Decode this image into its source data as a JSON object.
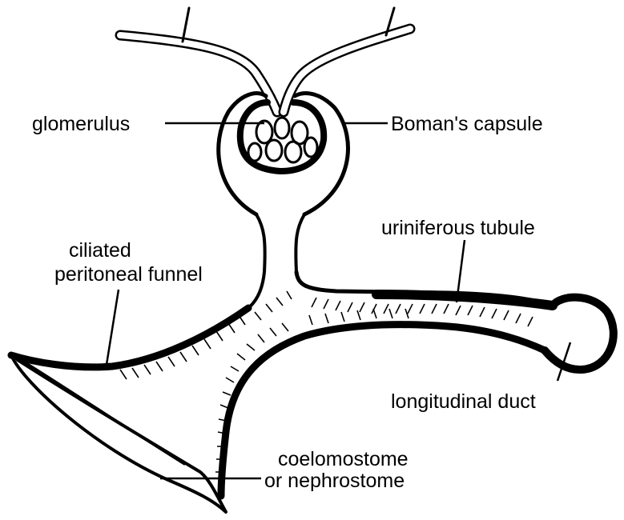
{
  "labels": {
    "glomerulus": "glomerulus",
    "bomans_capsule": "Boman's capsule",
    "uriniferous_tubule": "uriniferous tubule",
    "ciliated_line1": "ciliated",
    "ciliated_line2": "peritoneal funnel",
    "longitudinal_duct": "longitudinal duct",
    "coelomostome_line1": "coelomostome",
    "coelomostome_line2": "or nephrostome"
  },
  "colors": {
    "ink": "#000000",
    "background": "#ffffff"
  }
}
